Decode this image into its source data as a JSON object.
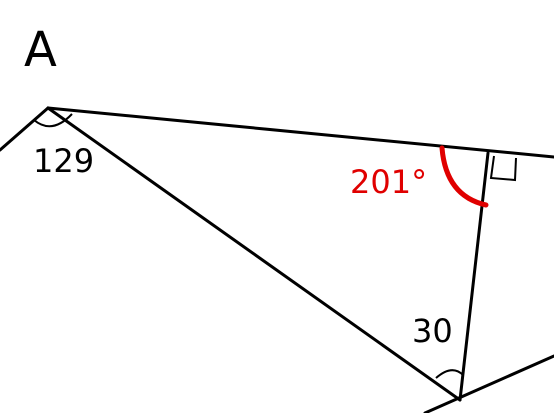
{
  "diagram": {
    "vertex_label": "A",
    "angle_labels": {
      "at_A": "129",
      "bottom": "30",
      "reflex": "201°"
    },
    "colors": {
      "line": "#000000",
      "highlight": "#e00000"
    }
  }
}
